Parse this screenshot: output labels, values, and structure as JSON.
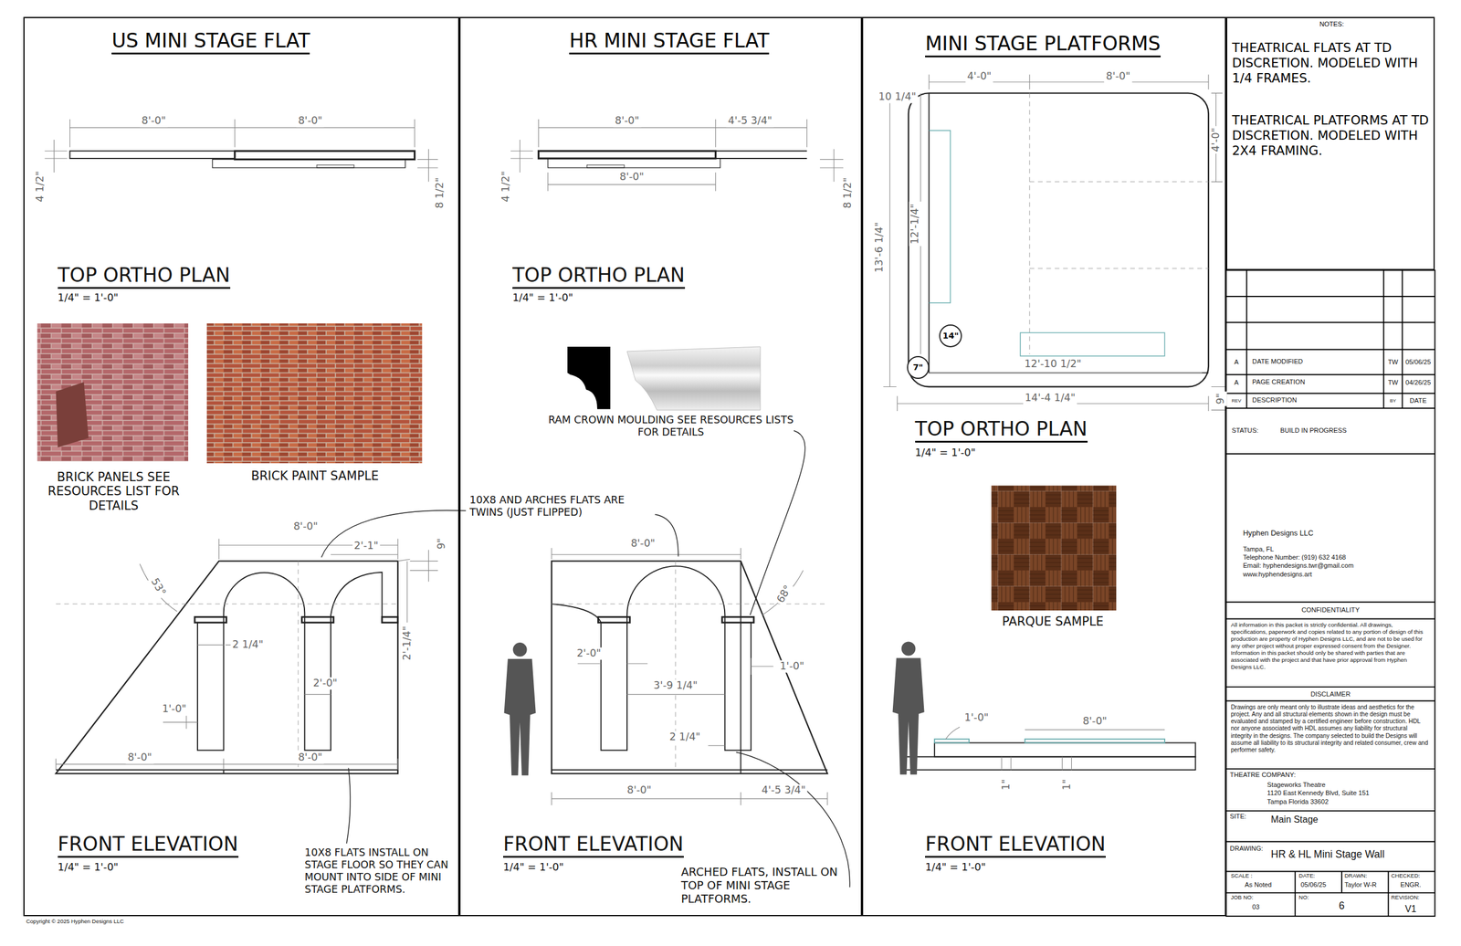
{
  "diagram": {
    "nodes": [
      {
        "text": [
          "US MINI STAGE FLAT"
        ]
      },
      {
        "text": [
          "HR MINI STAGE FLAT"
        ]
      },
      {
        "text": [
          "MINI STAGE PLATFORMS"
        ]
      },
      {
        "text": [
          "14\""
        ],
        "in": 2
      },
      {
        "text": [
          "7\""
        ],
        "in": 2
      },
      {
        "text": [
          "NOTES:",
          "THEATRICAL FLATS AT TD DISCRETION. MODELED WITH 1/4 FRAMES.",
          "THEATRICAL PLATFORMS AT TD DISCRETION. MODELED WITH 2X4 FRAMING."
        ]
      }
    ],
    "labels": [
      "8'-0\"",
      "8'-0\"",
      "4 1/2\"",
      "8 1/2\"",
      "TOP ORTHO PLAN",
      "1/4\" = 1'-0\"",
      "BRICK PANELS SEE RESOURCES LIST FOR DETAILS",
      "BRICK PAINT SAMPLE",
      "8'-0\"",
      "2'-1\"",
      "9\"",
      "53°",
      "2 1/4\"",
      "2'-0\"",
      "2'-1/4\"",
      "1'-0\"",
      "8'-0\"",
      "8'-0\"",
      "FRONT ELEVATION",
      "1/4\" = 1'-0\"",
      "10X8 FLATS INSTALL ON STAGE FLOOR SO THEY CAN MOUNT INTO SIDE OF MINI STAGE PLATFORMS.",
      "8'-0\"",
      "4'-5 3/4\"",
      "8'-0\"",
      "4 1/2\"",
      "8 1/2\"",
      "TOP ORTHO PLAN",
      "1/4\" = 1'-0\"",
      "RAM CROWN MOULDING SEE RESOURCES LISTS FOR DETAILS",
      "10X8 AND ARCHES FLATS ARE TWINS (JUST FLIPPED)",
      "8'-0\"",
      "68°",
      "2'-0\"",
      "1'-0\"",
      "3'-9 1/4\"",
      "2 1/4\"",
      "8'-0\"",
      "4'-5 3/4\"",
      "FRONT ELEVATION",
      "1/4\" = 1'-0\"",
      "ARCHED FLATS, INSTALL ON TOP OF MINI STAGE PLATFORMS.",
      "4'-0\"",
      "8'-0\"",
      "10 1/4\"",
      "4'-0\"",
      "13'-6 1/4\"",
      "12'-1/4\"",
      "12'-10 1/2\"",
      "14'-4 1/4\"",
      "9\"",
      "TOP ORTHO PLAN",
      "1/4\" = 1'-0\"",
      "PARQUE SAMPLE",
      "1'-0\"",
      "8'-0\"",
      "1\"",
      "1\"",
      "FRONT ELEVATION",
      "1/4\" = 1'-0\"",
      "A",
      "DATE MODIFIED",
      "TW",
      "05/06/25",
      "A",
      "PAGE CREATION",
      "TW",
      "04/26/25",
      "REV",
      "DESCRIPTION",
      "BY",
      "DATE",
      "STATUS:",
      "BUILD IN PROGRESS",
      "Hyphen Designs LLC",
      "Tampa, FL",
      "Telephone Number: (919) 632 4168",
      "Email: hyphendesigns.twr@gmail.com",
      "www.hyphendesigns.art",
      "CONFIDENTIALITY",
      "All information in this packet is strictly confidential. All drawings, specifications, paperwork and copies related to any portion of design of this production are property of Hyphen Designs LLC, and are not to be used for any other project without proper expressed consent from the Designer. Information in this packet should only be shared with parties that are associated with the project and that have prior approval from Hyphen Designs LLC.",
      "DISCLAIMER",
      "Drawings are only meant only to illustrate ideas and aesthetics for the project. Any and all structural elements shown in the design must be evaluated and stamped by a certified engineer before construction. HDL nor anyone associated with HDL assumes any liability for structural integrity in the designs. The company selected to build the Designs will assume all liability to its structural integrity and related consumer, crew and performer safety.",
      "THEATRE COMPANY:",
      "Stageworks Theatre",
      "1120 East Kennedy Blvd, Suite 151",
      "Tampa Florida 33602",
      "SITE:",
      "Main Stage",
      "DRAWING:",
      "HR & HL Mini Stage Wall",
      "SCALE :",
      "As Noted",
      "DATE:",
      "05/06/25",
      "DRAWN:",
      "Taylor W-R",
      "CHECKED:",
      "ENGR.",
      "JOB NO:",
      "03",
      "NO:",
      "6",
      "REVISION:",
      "V1",
      "Copyright © 2025 Hyphen Designs LLC"
    ]
  }
}
